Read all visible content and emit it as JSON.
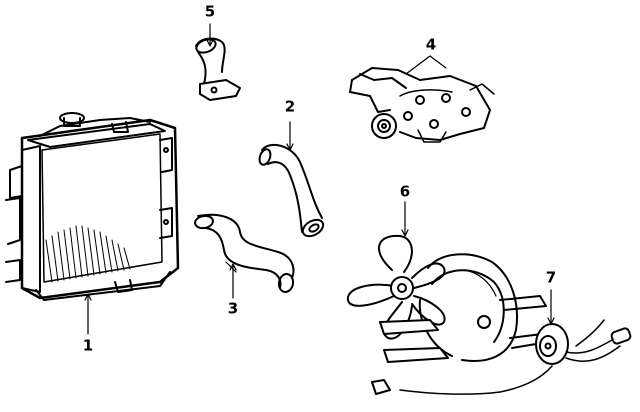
{
  "callouts": {
    "radiator": "1",
    "upper_hose": "2",
    "lower_hose": "3",
    "water_pump": "4",
    "water_outlet": "5",
    "fan_blade": "6",
    "fan_motor": "7"
  },
  "colors": {
    "ink": "#000000",
    "background": "#ffffff"
  }
}
